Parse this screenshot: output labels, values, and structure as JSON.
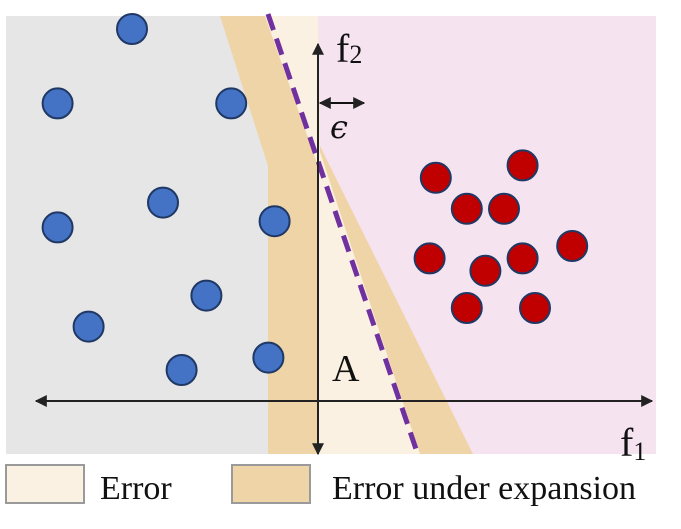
{
  "axes": {
    "x_label": "f",
    "x_subscript": "1",
    "y_label": "f",
    "y_subscript": "2"
  },
  "annotations": {
    "epsilon": "ϵ",
    "point_label": "A"
  },
  "legend": {
    "items": [
      {
        "label": "Error",
        "color": "#FAF1E2"
      },
      {
        "label": "Error under expansion",
        "color": "#EFD4A8"
      }
    ]
  },
  "colors": {
    "left_region": "#E6E6E6",
    "right_region": "#F5E3F0",
    "blue_point": "#4472C4",
    "red_point": "#C00000",
    "boundary": "#7030A0"
  },
  "points": {
    "blue": [
      {
        "f1": -3.0,
        "f2": 6.0
      },
      {
        "f1": -4.2,
        "f2": 4.8
      },
      {
        "f1": -1.4,
        "f2": 4.8
      },
      {
        "f1": -2.5,
        "f2": 3.2
      },
      {
        "f1": -4.2,
        "f2": 2.8
      },
      {
        "f1": -0.7,
        "f2": 2.9
      },
      {
        "f1": -1.8,
        "f2": 1.7
      },
      {
        "f1": -3.7,
        "f2": 1.2
      },
      {
        "f1": -2.2,
        "f2": 0.5
      },
      {
        "f1": -0.8,
        "f2": 0.7
      }
    ],
    "red": [
      {
        "f1": 1.9,
        "f2": 3.6
      },
      {
        "f1": 3.3,
        "f2": 3.8
      },
      {
        "f1": 2.4,
        "f2": 3.1
      },
      {
        "f1": 3.0,
        "f2": 3.1
      },
      {
        "f1": 1.8,
        "f2": 2.3
      },
      {
        "f1": 3.3,
        "f2": 2.3
      },
      {
        "f1": 4.1,
        "f2": 2.5
      },
      {
        "f1": 2.7,
        "f2": 2.1
      },
      {
        "f1": 2.4,
        "f2": 1.5
      },
      {
        "f1": 3.5,
        "f2": 1.5
      }
    ]
  }
}
